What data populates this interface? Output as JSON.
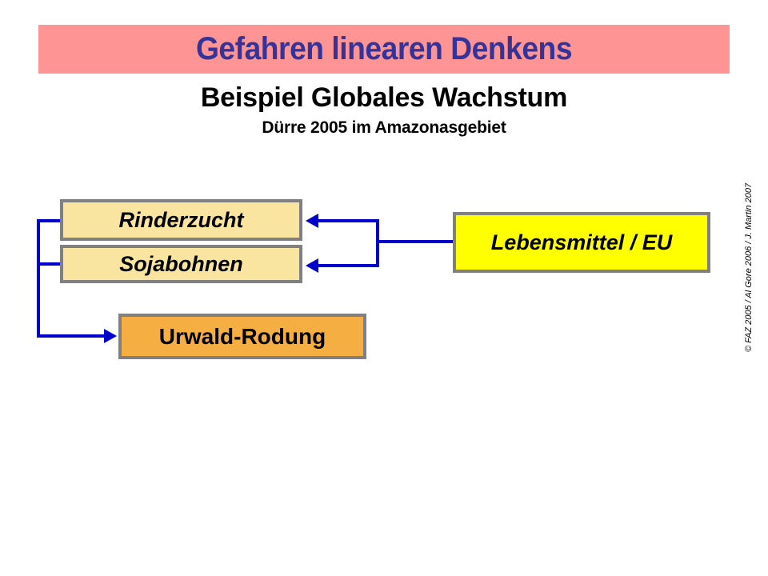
{
  "slide": {
    "title": "Gefahren linearen Denkens",
    "subtitle_main": "Beispiel Globales Wachstum",
    "subtitle_sub": "Dürre 2005 im Amazonasgebiet",
    "copyright": "© FAZ 2005 / Al Gore 2006 / J. Martin 2007"
  },
  "colors": {
    "title_banner_bg": "#FF9494",
    "title_text": "#333399",
    "connector_blue": "#0000CC",
    "box_border_gray": "#808080",
    "box_cream": "#FAE5A0",
    "box_orange": "#F5AE42",
    "box_yellow": "#FFFF00"
  },
  "diagram": {
    "nodes": [
      {
        "id": "rinderzucht",
        "label": "Rinderzucht",
        "fill": "#FAE5A0",
        "style": "bold-italic"
      },
      {
        "id": "sojabohnen",
        "label": "Sojabohnen",
        "fill": "#FAE5A0",
        "style": "bold-italic"
      },
      {
        "id": "urwald",
        "label": "Urwald-Rodung",
        "fill": "#F5AE42",
        "style": "bold"
      },
      {
        "id": "lebensmittel",
        "label": "Lebensmittel / EU",
        "fill": "#FFFF00",
        "style": "bold-italic"
      }
    ],
    "edges": [
      {
        "from": "lebensmittel",
        "to": "rinderzucht",
        "direction": "left"
      },
      {
        "from": "lebensmittel",
        "to": "sojabohnen",
        "direction": "left"
      },
      {
        "from": "rinderzucht",
        "to": "urwald",
        "direction": "right"
      },
      {
        "from": "sojabohnen",
        "to": "urwald",
        "direction": "right"
      }
    ]
  }
}
